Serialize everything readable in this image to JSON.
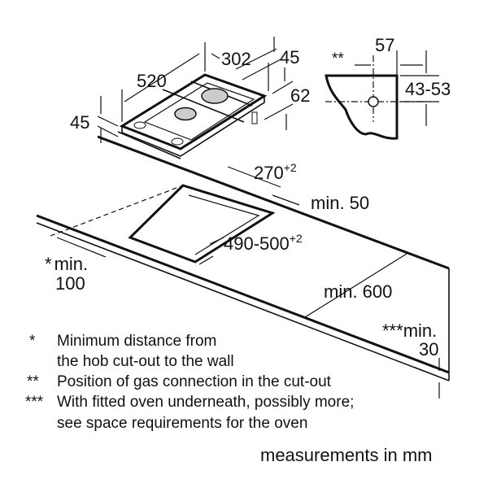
{
  "hob_dimensions": {
    "width": "520",
    "depth": "302",
    "top_height": "45",
    "depth_offset": "62",
    "front_height": "45"
  },
  "gas_connection": {
    "marker": "**",
    "horizontal": "57",
    "vertical": "43-53"
  },
  "cutout": {
    "depth": "270",
    "depth_tolerance": "+2",
    "width": "490-500",
    "width_tolerance": "+2",
    "back_distance": "min. 50",
    "wall_distance_marker": "*",
    "wall_distance_label": "min.",
    "wall_distance_value": "100",
    "worktop_depth": "min. 600",
    "oven_marker": "***",
    "oven_label": "min.",
    "oven_value": "30"
  },
  "footnotes": [
    {
      "marker": "*",
      "lines": [
        "Minimum distance from",
        "the hob cut-out to the wall"
      ]
    },
    {
      "marker": "**",
      "lines": [
        "Position of gas connection in the cut-out"
      ]
    },
    {
      "marker": "***",
      "lines": [
        "With fitted oven underneath, possibly more;",
        "see space requirements for the oven"
      ]
    }
  ],
  "units_note": "measurements in mm"
}
